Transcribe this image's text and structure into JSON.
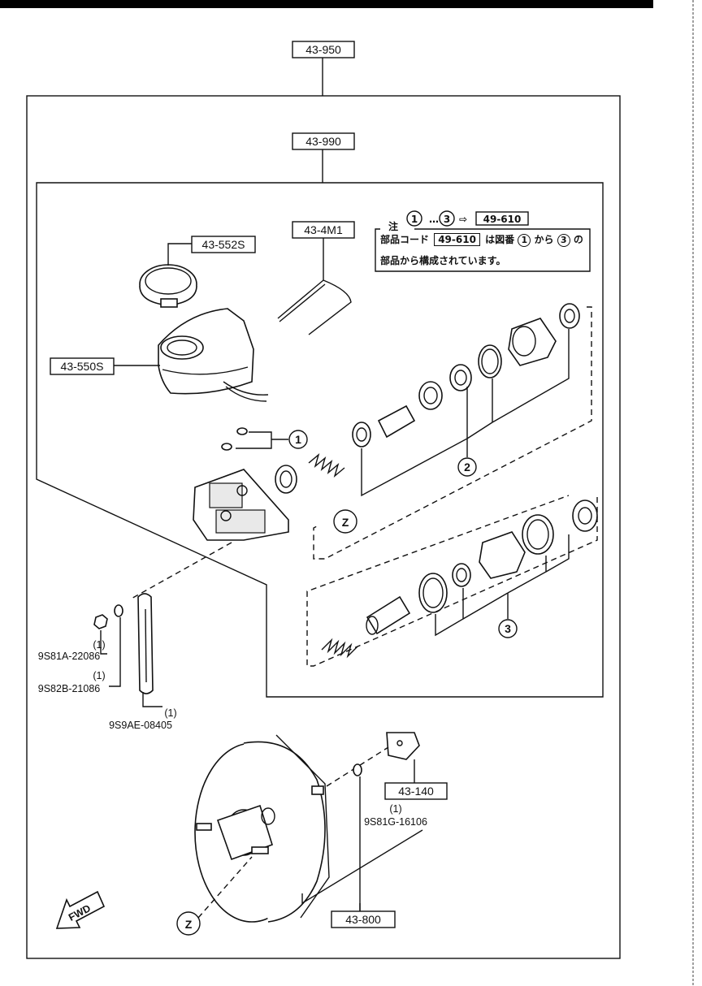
{
  "labels": {
    "assy_main": "43-950",
    "master_cyl": "43-990",
    "cap": "43-552S",
    "reservoir": "43-550S",
    "pin": "43-4M1",
    "bracket_140": "43-140",
    "booster": "43-800"
  },
  "fasteners": {
    "nut": {
      "qty": "(1)",
      "code": "9S81A-22086"
    },
    "washer": {
      "qty": "(1)",
      "code": "9S82B-21086"
    },
    "bolt": {
      "qty": "(1)",
      "code": "9S9AE-08405"
    },
    "booster_washer": {
      "qty": "(1)",
      "code": "9S81G-16106"
    }
  },
  "callouts": {
    "one": "1",
    "two": "2",
    "three": "3",
    "z_upper": "Z",
    "z_lower": "Z"
  },
  "note": {
    "title": "注",
    "line1_sep": "…",
    "line1_arrow": "⇨",
    "line1_code": "49-610",
    "line2_prefix": "部品コード",
    "line2_code": "49-610",
    "line2_mid": "は図番",
    "line2_kara": "から",
    "line2_no": "の",
    "line3": "部品から構成されています。"
  },
  "fwd": "FWD"
}
